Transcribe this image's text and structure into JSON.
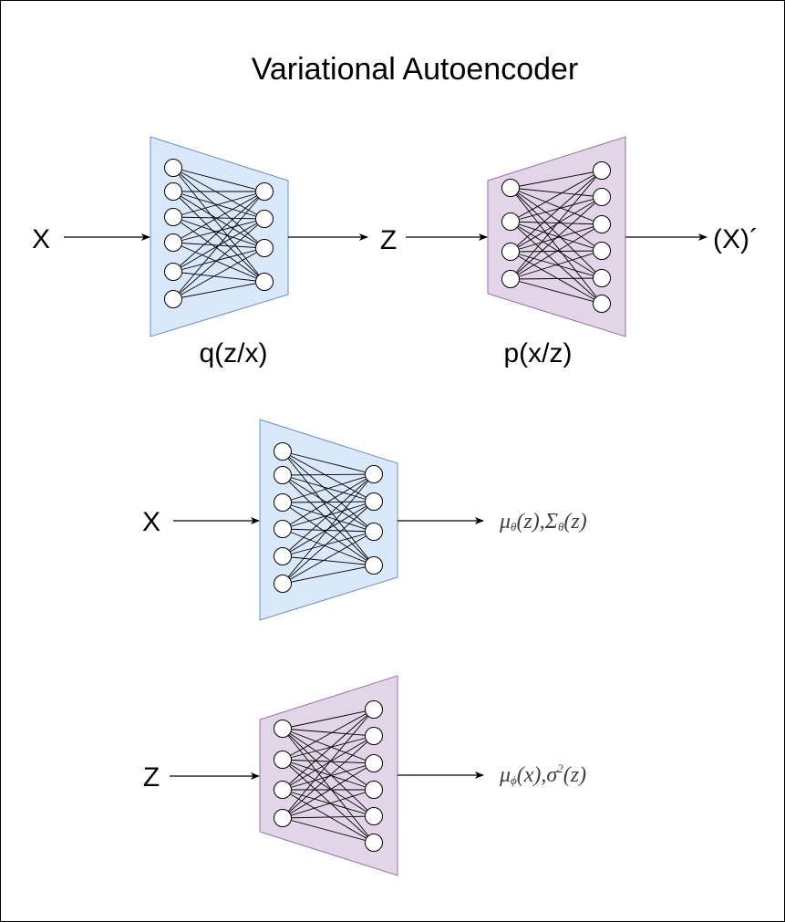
{
  "title": "Variational Autoencoder",
  "top_row": {
    "input_label": "X",
    "latent_label": "Z",
    "output_label": "(X)´",
    "encoder_caption": "q(z/x)",
    "decoder_caption": "p(x/z)"
  },
  "middle_row": {
    "input_label": "X",
    "output": {
      "mu": "μ",
      "mu_sub": "θ",
      "mu_arg": "(z),",
      "sigma": "Σ",
      "sigma_sub": "θ",
      "sigma_arg": "(z)"
    }
  },
  "bottom_row": {
    "input_label": "Z",
    "output": {
      "mu": "μ",
      "mu_sub": "ϕ",
      "mu_arg": "(x),",
      "sigma": "σ",
      "sigma_sup": "2",
      "sigma_arg": "(z)"
    }
  },
  "colors": {
    "encoder_fill": "#dae8fc",
    "encoder_stroke": "#6c8ebf",
    "decoder_fill": "#e1d5e7",
    "decoder_stroke": "#9673a6",
    "border": "#000000"
  }
}
